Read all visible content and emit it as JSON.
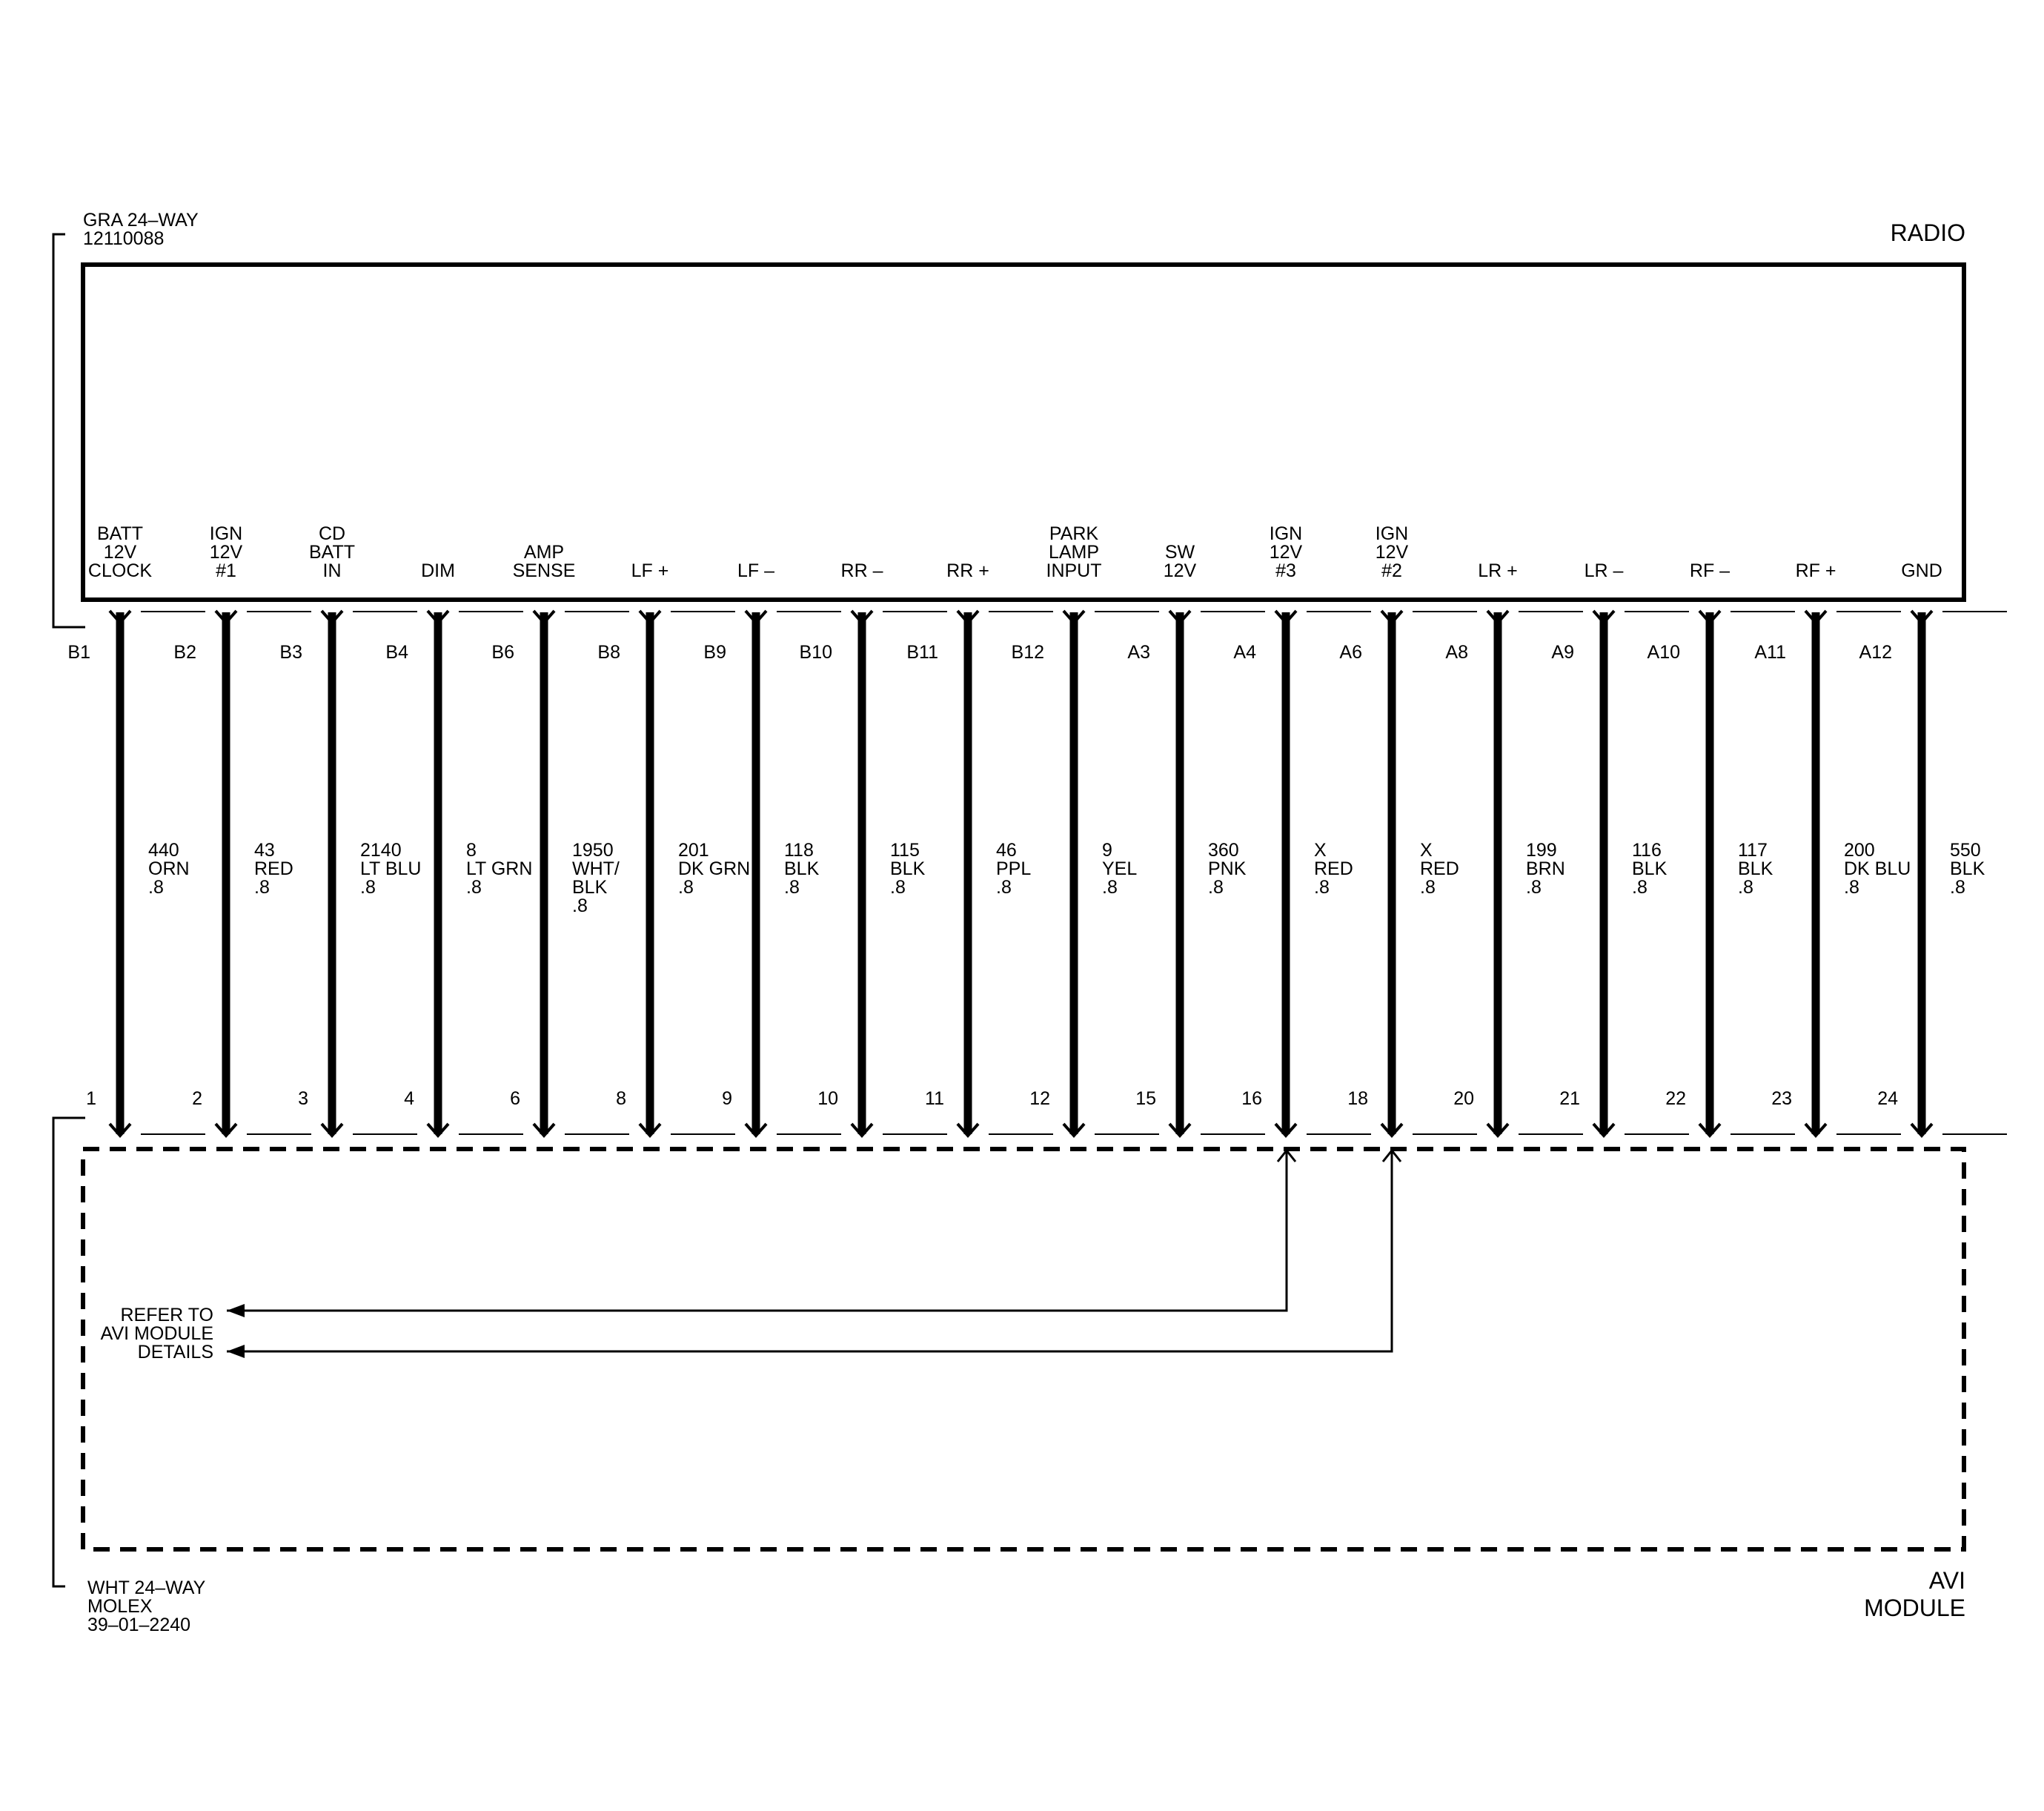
{
  "top_connector": {
    "lines": [
      "GRA 24–WAY",
      "12110088"
    ]
  },
  "bottom_connector": {
    "lines": [
      "WHT 24–WAY",
      "MOLEX",
      "39–01–2240"
    ]
  },
  "radio": {
    "label": "RADIO"
  },
  "avi_module": {
    "label_lines": [
      "AVI",
      "MODULE"
    ]
  },
  "refer_note": {
    "lines": [
      "REFER TO",
      "AVI MODULE",
      "DETAILS"
    ]
  },
  "circuits": [
    {
      "function": [
        "BATT",
        "12V",
        "CLOCK"
      ],
      "top_pin": "B1",
      "bottom_pin": "1",
      "wire": [
        "440",
        "ORN",
        ".8"
      ]
    },
    {
      "function": [
        "IGN",
        "12V",
        "#1"
      ],
      "top_pin": "B2",
      "bottom_pin": "2",
      "wire": [
        "43",
        "RED",
        ".8"
      ]
    },
    {
      "function": [
        "CD",
        "BATT",
        "IN"
      ],
      "top_pin": "B3",
      "bottom_pin": "3",
      "wire": [
        "2140",
        "LT BLU",
        ".8"
      ]
    },
    {
      "function": [
        "DIM"
      ],
      "top_pin": "B4",
      "bottom_pin": "4",
      "wire": [
        "8",
        "LT GRN",
        ".8"
      ]
    },
    {
      "function": [
        "AMP",
        "SENSE"
      ],
      "top_pin": "B6",
      "bottom_pin": "6",
      "wire": [
        "1950",
        "WHT/",
        "BLK",
        ".8"
      ]
    },
    {
      "function": [
        "LF +"
      ],
      "top_pin": "B8",
      "bottom_pin": "8",
      "wire": [
        "201",
        "DK GRN",
        ".8"
      ]
    },
    {
      "function": [
        "LF –"
      ],
      "top_pin": "B9",
      "bottom_pin": "9",
      "wire": [
        "118",
        "BLK",
        ".8"
      ]
    },
    {
      "function": [
        "RR –"
      ],
      "top_pin": "B10",
      "bottom_pin": "10",
      "wire": [
        "115",
        "BLK",
        ".8"
      ]
    },
    {
      "function": [
        "RR +"
      ],
      "top_pin": "B11",
      "bottom_pin": "11",
      "wire": [
        "46",
        "PPL",
        ".8"
      ]
    },
    {
      "function": [
        "PARK",
        "LAMP",
        "INPUT"
      ],
      "top_pin": "B12",
      "bottom_pin": "12",
      "wire": [
        "9",
        "YEL",
        ".8"
      ]
    },
    {
      "function": [
        "SW",
        "12V"
      ],
      "top_pin": "A3",
      "bottom_pin": "15",
      "wire": [
        "360",
        "PNK",
        ".8"
      ]
    },
    {
      "function": [
        "IGN",
        "12V",
        "#3"
      ],
      "top_pin": "A4",
      "bottom_pin": "16",
      "wire": [
        "X",
        "RED",
        ".8"
      ]
    },
    {
      "function": [
        "IGN",
        "12V",
        "#2"
      ],
      "top_pin": "A6",
      "bottom_pin": "18",
      "wire": [
        "X",
        "RED",
        ".8"
      ]
    },
    {
      "function": [
        "LR +"
      ],
      "top_pin": "A8",
      "bottom_pin": "20",
      "wire": [
        "199",
        "BRN",
        ".8"
      ]
    },
    {
      "function": [
        "LR –"
      ],
      "top_pin": "A9",
      "bottom_pin": "21",
      "wire": [
        "116",
        "BLK",
        ".8"
      ]
    },
    {
      "function": [
        "RF –"
      ],
      "top_pin": "A10",
      "bottom_pin": "22",
      "wire": [
        "117",
        "BLK",
        ".8"
      ]
    },
    {
      "function": [
        "RF +"
      ],
      "top_pin": "A11",
      "bottom_pin": "23",
      "wire": [
        "200",
        "DK BLU",
        ".8"
      ]
    },
    {
      "function": [
        "GND"
      ],
      "top_pin": "A12",
      "bottom_pin": "24",
      "wire": [
        "550",
        "BLK",
        ".8"
      ]
    }
  ]
}
